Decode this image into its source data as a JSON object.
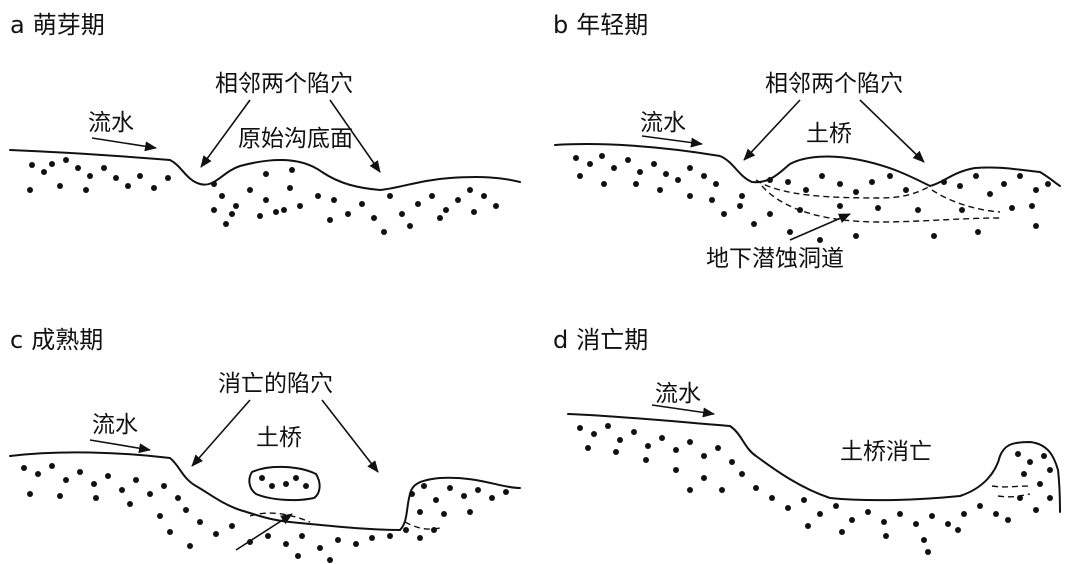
{
  "panels": [
    {
      "letter": "a",
      "title": "萌芽期",
      "labels": {
        "flow": "流水",
        "pits": "相邻两个陷穴",
        "surface": "原始沟底面"
      }
    },
    {
      "letter": "b",
      "title": "年轻期",
      "labels": {
        "flow": "流水",
        "pits": "相邻两个陷穴",
        "bridge": "土桥",
        "tunnel": "地下潜蚀洞道"
      }
    },
    {
      "letter": "c",
      "title": "成熟期",
      "labels": {
        "flow": "流水",
        "pits": "消亡的陷穴",
        "bridge": "土桥"
      }
    },
    {
      "letter": "d",
      "title": "消亡期",
      "labels": {
        "flow": "流水",
        "gone": "土桥消亡"
      }
    }
  ]
}
